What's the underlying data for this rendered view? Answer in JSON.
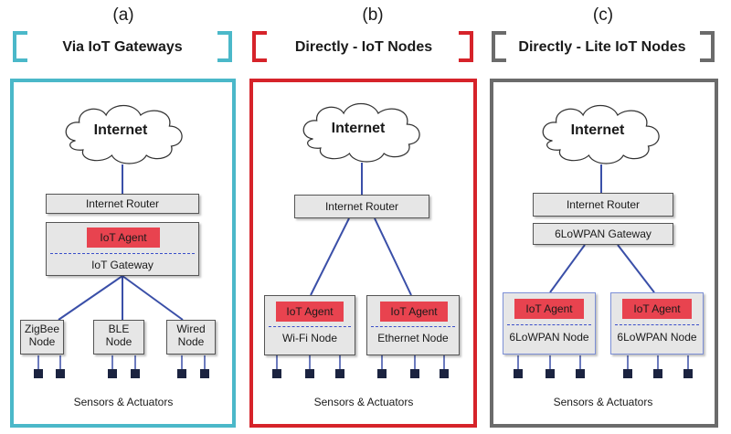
{
  "panels": [
    {
      "letter": "(a)",
      "heading": "Via IoT Gateways",
      "color": "#4bb8c9",
      "cloud": "Internet",
      "router": "Internet Router",
      "agent": "IoT Agent",
      "gateway": "IoT Gateway",
      "nodes": [
        "ZigBee\nNode",
        "BLE\nNode",
        "Wired\nNode"
      ],
      "footer": "Sensors & Actuators"
    },
    {
      "letter": "(b)",
      "heading": "Directly - IoT Nodes",
      "color": "#d6232a",
      "cloud": "Internet",
      "router": "Internet Router",
      "nodes": [
        {
          "agent": "IoT Agent",
          "label": "Wi-Fi Node"
        },
        {
          "agent": "IoT Agent",
          "label": "Ethernet Node"
        }
      ],
      "footer": "Sensors & Actuators"
    },
    {
      "letter": "(c)",
      "heading": "Directly - Lite IoT Nodes",
      "color": "#6b6b6b",
      "cloud": "Internet",
      "router": "Internet Router",
      "gateway": "6LoWPAN Gateway",
      "nodes": [
        {
          "agent": "IoT Agent",
          "label": "6LoWPAN Node"
        },
        {
          "agent": "IoT Agent",
          "label": "6LoWPAN Node"
        }
      ],
      "footer": "Sensors & Actuators"
    }
  ]
}
